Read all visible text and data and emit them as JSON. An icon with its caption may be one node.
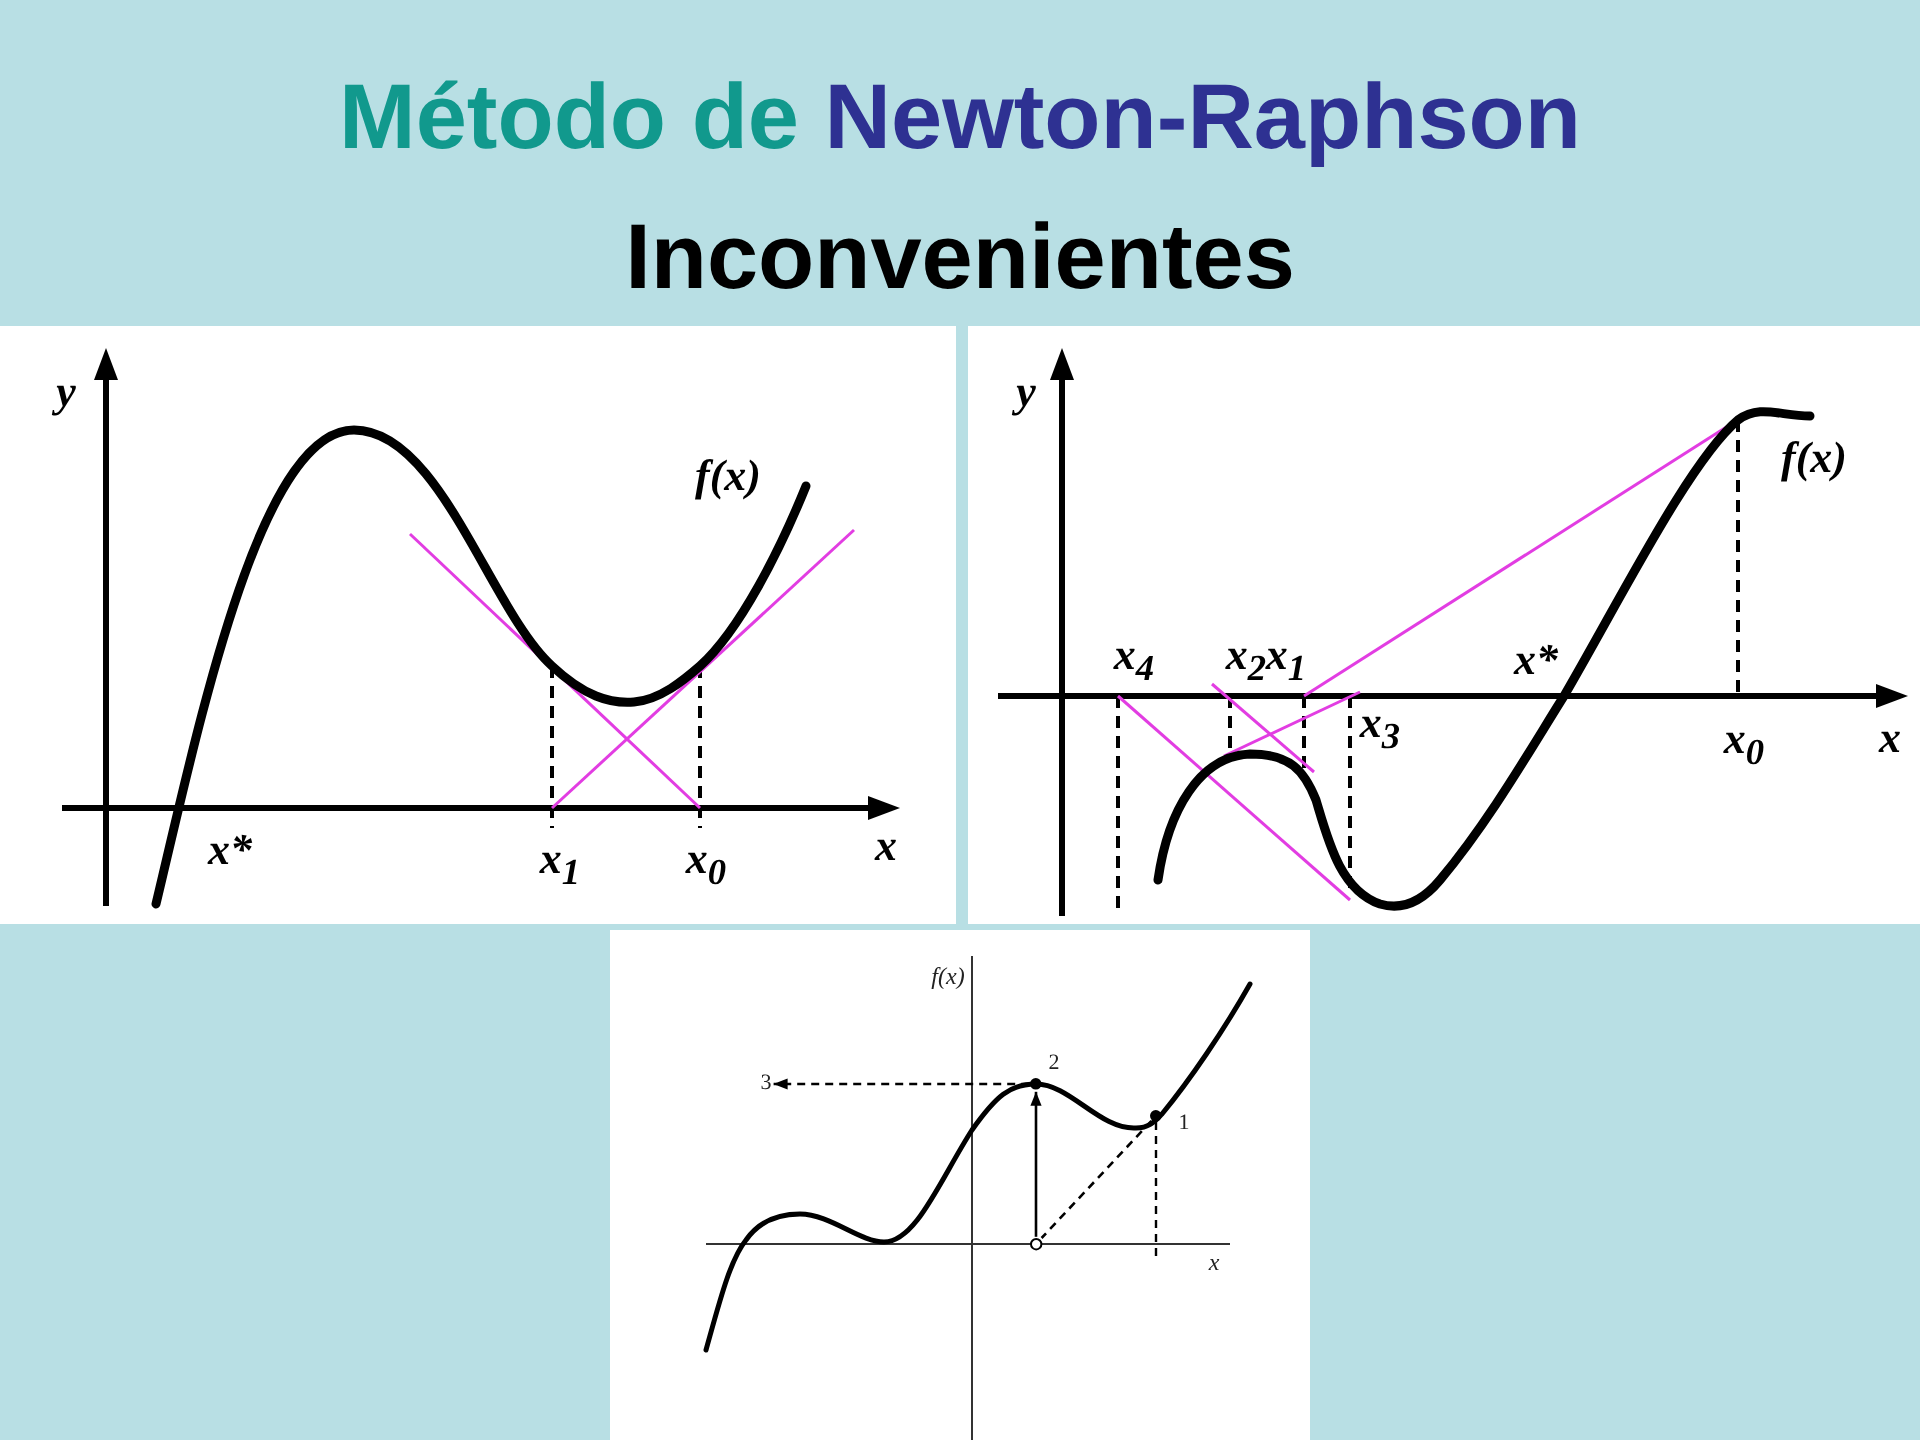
{
  "diagram": {
    "title": "Método de Newton-Raphson",
    "nodes": [
      {
        "text": [
          "3"
        ]
      },
      {
        "text": [],
        "shape": "circle",
        "beside": [
          "2"
        ]
      },
      {
        "text": [],
        "shape": "circle",
        "beside": [
          "1"
        ]
      },
      {
        "text": [],
        "shape": "circle"
      }
    ],
    "edges": [
      {
        "from": 1,
        "to": 0,
        "arrow": "to",
        "style": "dashed"
      },
      {
        "from": 2,
        "to": 3,
        "arrow": "none",
        "style": "dashed"
      },
      {
        "from": 3,
        "to": 1,
        "arrow": "to"
      }
    ],
    "labels": [
      "Inconvenientes",
      "y",
      "f(x)",
      "x*",
      "x$_{1}$",
      "x$_{0}$",
      "x",
      "y",
      "f(x)",
      "x$_{4}$",
      "x$_{2}$",
      "x$_{1}$",
      "x$_{3}$",
      "x*",
      "x$_{0}$",
      "x",
      "f(x)",
      "x"
    ]
  }
}
